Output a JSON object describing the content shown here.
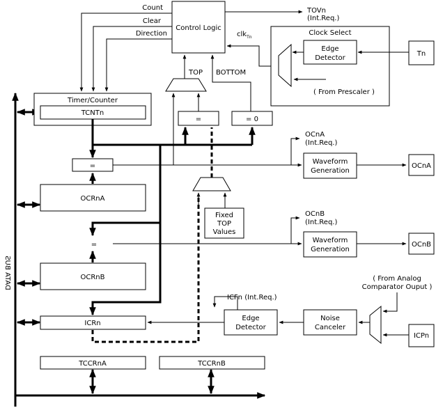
{
  "data_bus": "DATA BUS",
  "control_logic": {
    "title": "Control Logic",
    "inputs": [
      "Count",
      "Clear",
      "Direction"
    ],
    "clk": "clk",
    "clk_sub": "Tn"
  },
  "tov": {
    "name": "TOVn",
    "note": "(Int.Req.)"
  },
  "clock_select": {
    "title": "Clock Select",
    "edge_detector": [
      "Edge",
      "Detector"
    ],
    "from_prescaler": "( From Prescaler )",
    "pin": "Tn"
  },
  "top_label": "TOP",
  "bottom_label": "BOTTOM",
  "timer_counter": {
    "title": "Timer/Counter",
    "register": "TCNTn"
  },
  "eq_top": "=",
  "eq_zero": "= 0",
  "channel_a": {
    "compare": "=",
    "ocr": "OCRnA",
    "flag": "OCnA",
    "flag_note": "(Int.Req.)",
    "waveform": [
      "Waveform",
      "Generation"
    ],
    "pin": "OCnA"
  },
  "channel_b": {
    "compare": "=",
    "ocr": "OCRnB",
    "flag": "OCnB",
    "flag_note": "(Int.Req.)",
    "waveform": [
      "Waveform",
      "Generation"
    ],
    "pin": "OCnB"
  },
  "fixed_top": [
    "Fixed",
    "TOP",
    "Values"
  ],
  "capture": {
    "register": "ICRn",
    "flag": "ICFn (Int.Req.)",
    "edge_detector": [
      "Edge",
      "Detector"
    ],
    "noise_canceler": [
      "Noise",
      "Canceler"
    ],
    "analog": [
      "( From Analog",
      "Comparator Ouput )"
    ],
    "pin": "ICPn"
  },
  "tccr_a": "TCCRnA",
  "tccr_b": "TCCRnB"
}
